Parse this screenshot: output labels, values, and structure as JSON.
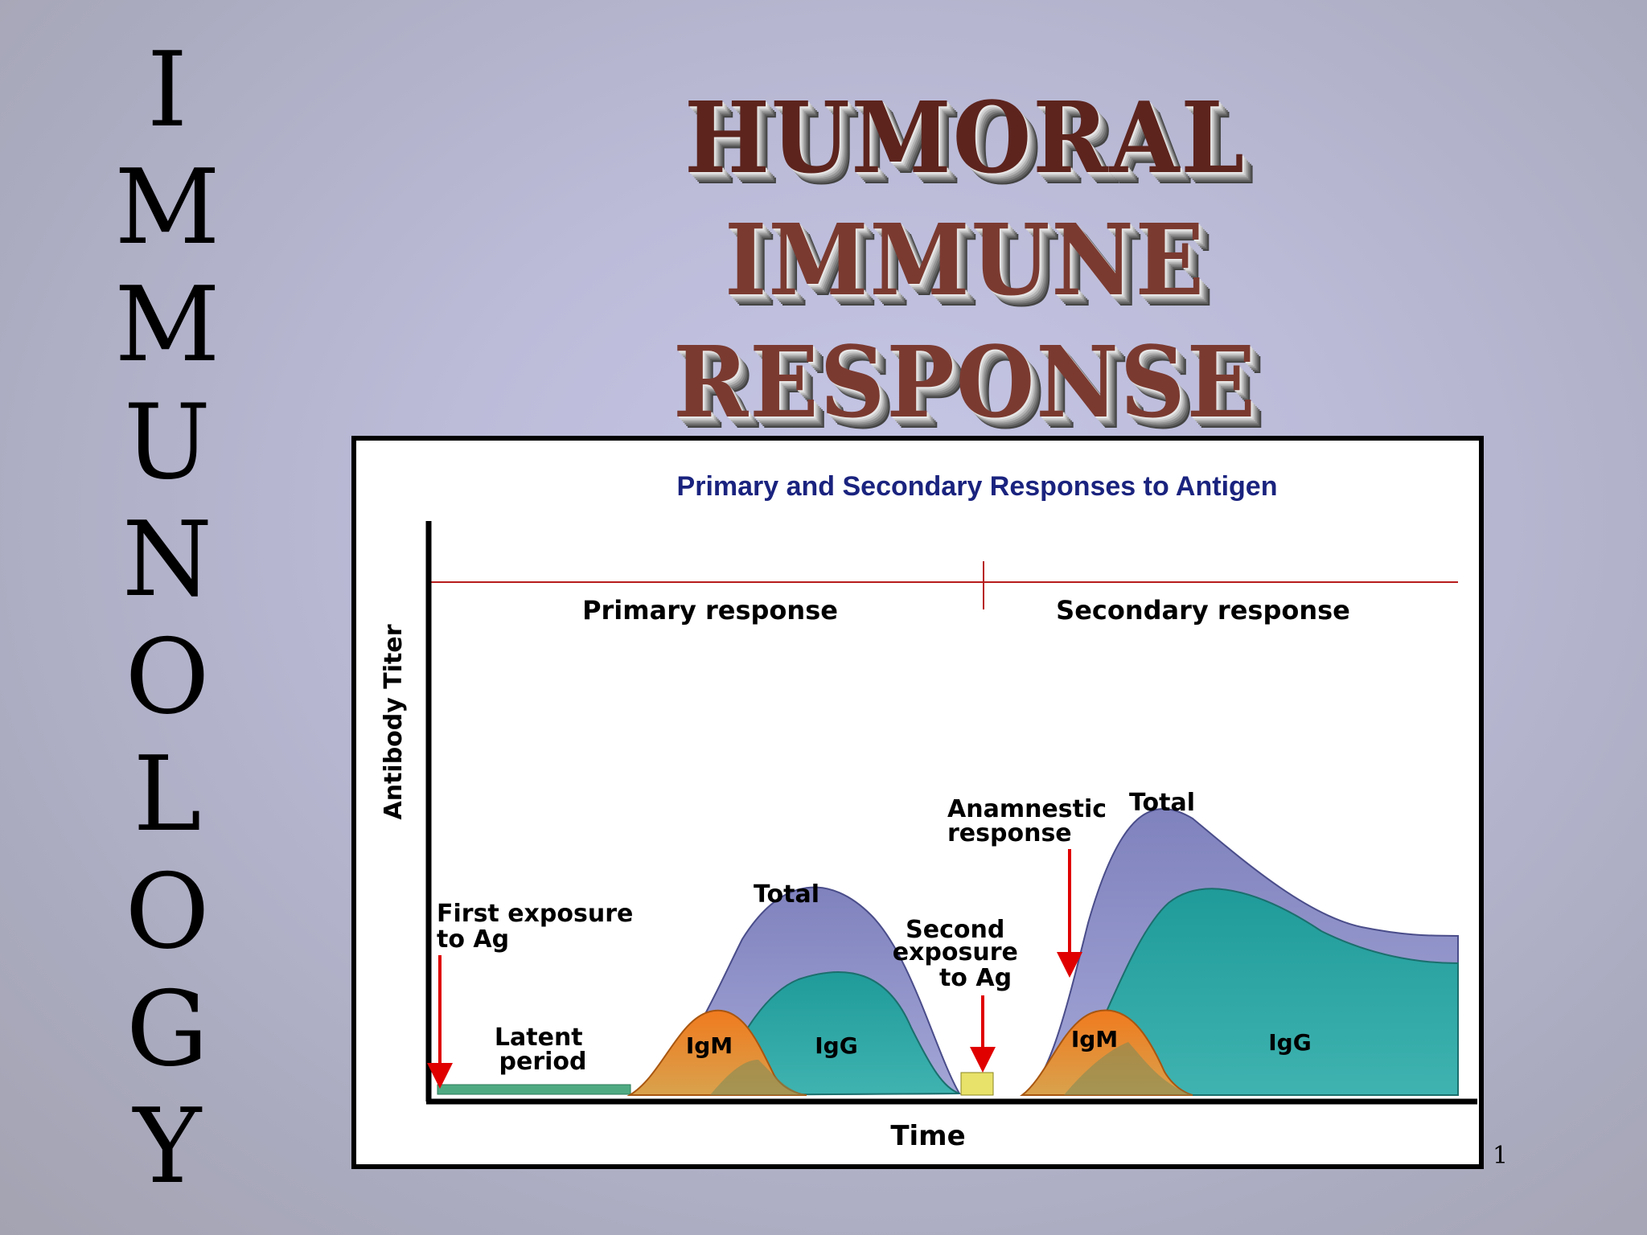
{
  "sidebar": {
    "letters": [
      "I",
      "M",
      "M",
      "U",
      "N",
      "O",
      "L",
      "O",
      "G",
      "Y"
    ]
  },
  "title": {
    "line1": "HUMORAL",
    "line2": "IMMUNE RESPONSE"
  },
  "diagram": {
    "title": "Primary and Secondary Responses to Antigen",
    "y_axis_label": "Antibody Titer",
    "x_axis_label": "Time",
    "primary_label": "Primary response",
    "secondary_label": "Secondary response",
    "first_exposure": [
      "First exposure",
      "to Ag"
    ],
    "latent_period": [
      "Latent",
      "period"
    ],
    "primary_total": "Total",
    "primary_igm": "IgM",
    "primary_igg": "IgG",
    "second_exposure": [
      "Second",
      "exposure",
      "to Ag"
    ],
    "anamnestic": [
      "Anamnestic",
      "response"
    ],
    "secondary_total": "Total",
    "secondary_igm": "IgM",
    "secondary_igg": "IgG",
    "colors": {
      "title_blue": "#1a237e",
      "divider_red": "#b71c1c",
      "arrow_red": "#e00000",
      "total_purple": "#8a8dc4",
      "igg_teal": "#2aa7a3",
      "igm_orange": "#e8842d",
      "latent_green": "#4faa82",
      "exposure_yellow": "#e8e26a"
    }
  },
  "page_number": "1"
}
